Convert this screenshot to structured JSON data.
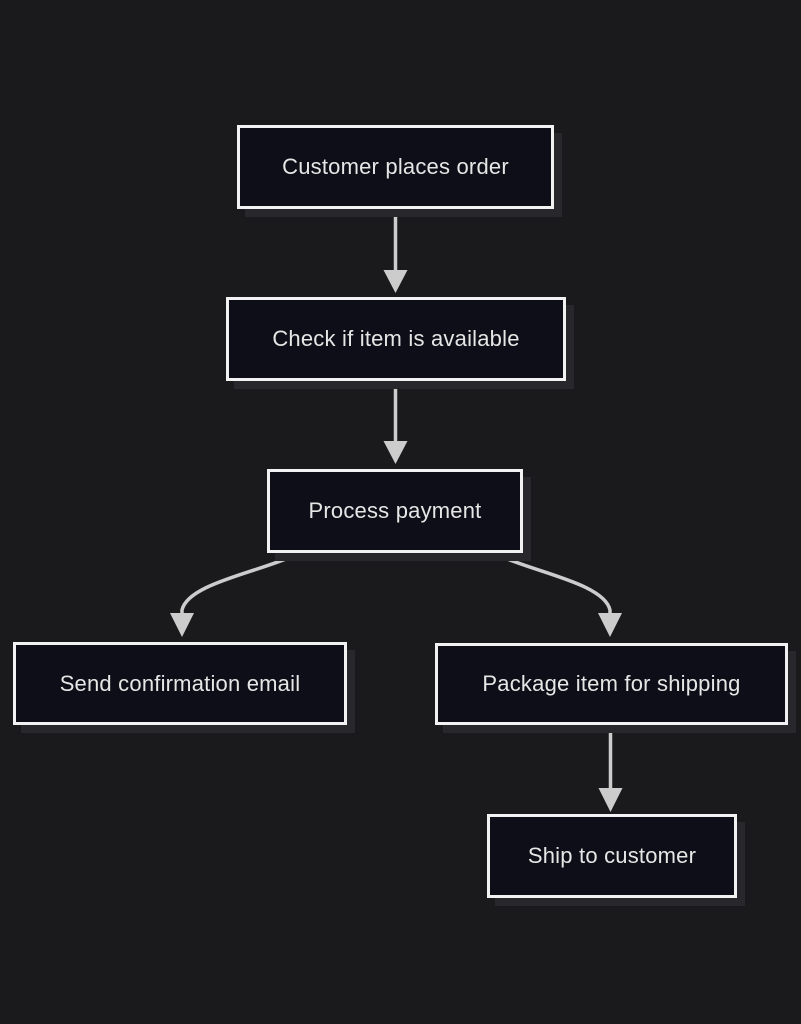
{
  "colors": {
    "background": "#1a1a1d",
    "node_fill": "#0d0e17",
    "node_border": "#f2f2f2",
    "node_text": "#e6e6e6",
    "node_shadow": "#28282c",
    "arrow": "#cccccc"
  },
  "flowchart": {
    "type": "flowchart",
    "direction": "top-down",
    "nodes": [
      {
        "id": "customer-places-order",
        "label": "Customer places order"
      },
      {
        "id": "check-item-available",
        "label": "Check if item is available"
      },
      {
        "id": "process-payment",
        "label": "Process payment"
      },
      {
        "id": "send-confirmation-email",
        "label": "Send confirmation email"
      },
      {
        "id": "package-item-shipping",
        "label": "Package item for shipping"
      },
      {
        "id": "ship-to-customer",
        "label": "Ship to customer"
      }
    ],
    "edges": [
      {
        "from": "customer-places-order",
        "to": "check-item-available"
      },
      {
        "from": "check-item-available",
        "to": "process-payment"
      },
      {
        "from": "process-payment",
        "to": "send-confirmation-email"
      },
      {
        "from": "process-payment",
        "to": "package-item-shipping"
      },
      {
        "from": "package-item-shipping",
        "to": "ship-to-customer"
      }
    ]
  }
}
